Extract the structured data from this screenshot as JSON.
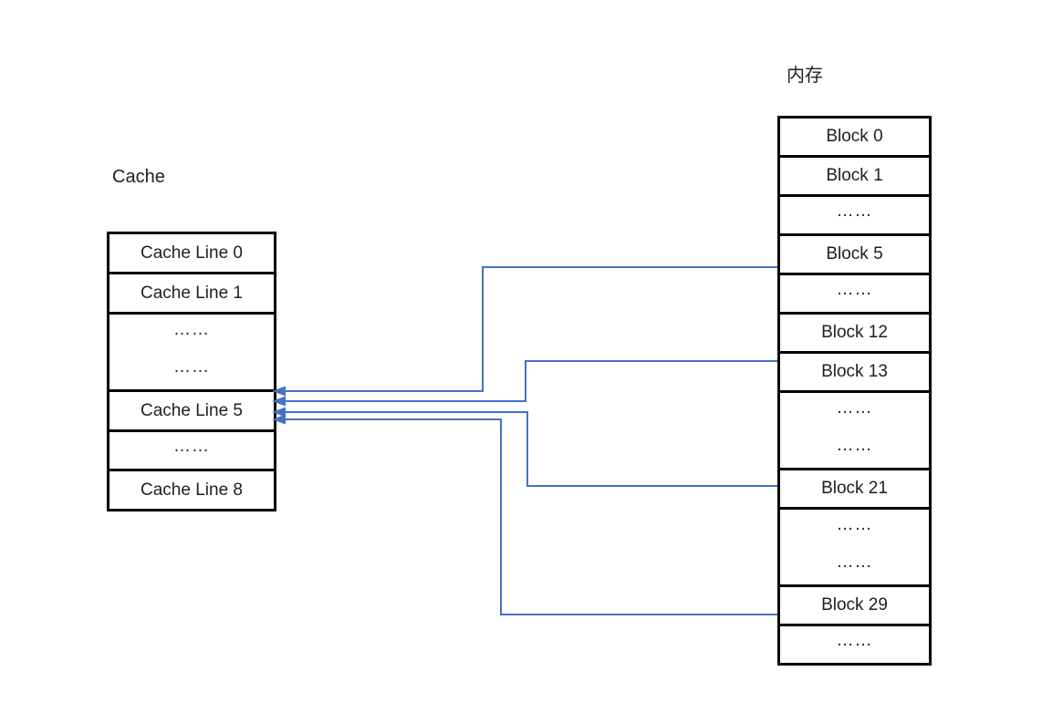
{
  "titles": {
    "cache": "Cache",
    "memory": "内存"
  },
  "cache": {
    "rows": [
      {
        "label": "Cache Line 0",
        "kind": "item"
      },
      {
        "label": "Cache Line 1",
        "kind": "item"
      },
      {
        "label": "……",
        "kind": "dots2"
      },
      {
        "label": "Cache Line 5",
        "kind": "item"
      },
      {
        "label": "……",
        "kind": "dots"
      },
      {
        "label": "Cache Line 8",
        "kind": "item"
      }
    ]
  },
  "memory": {
    "rows": [
      {
        "label": "Block 0",
        "kind": "item"
      },
      {
        "label": "Block 1",
        "kind": "item"
      },
      {
        "label": "……",
        "kind": "dots"
      },
      {
        "label": "Block 5",
        "kind": "item"
      },
      {
        "label": "……",
        "kind": "dots"
      },
      {
        "label": "Block 12",
        "kind": "item"
      },
      {
        "label": "Block 13",
        "kind": "item"
      },
      {
        "label": "……",
        "kind": "dots2"
      },
      {
        "label": "Block 21",
        "kind": "item"
      },
      {
        "label": "……",
        "kind": "dots2"
      },
      {
        "label": "Block 29",
        "kind": "item"
      },
      {
        "label": "……",
        "kind": "dots"
      }
    ]
  },
  "connectors": [
    {
      "from": "Block 5",
      "to": "Cache Line 5"
    },
    {
      "from": "Block 13",
      "to": "Cache Line 5"
    },
    {
      "from": "Block 21",
      "to": "Cache Line 5"
    },
    {
      "from": "Block 29",
      "to": "Cache Line 5"
    }
  ],
  "colors": {
    "connector": "#4472C4",
    "border": "#000000",
    "text": "#1F1F1F",
    "background": "#FFFFFF"
  }
}
